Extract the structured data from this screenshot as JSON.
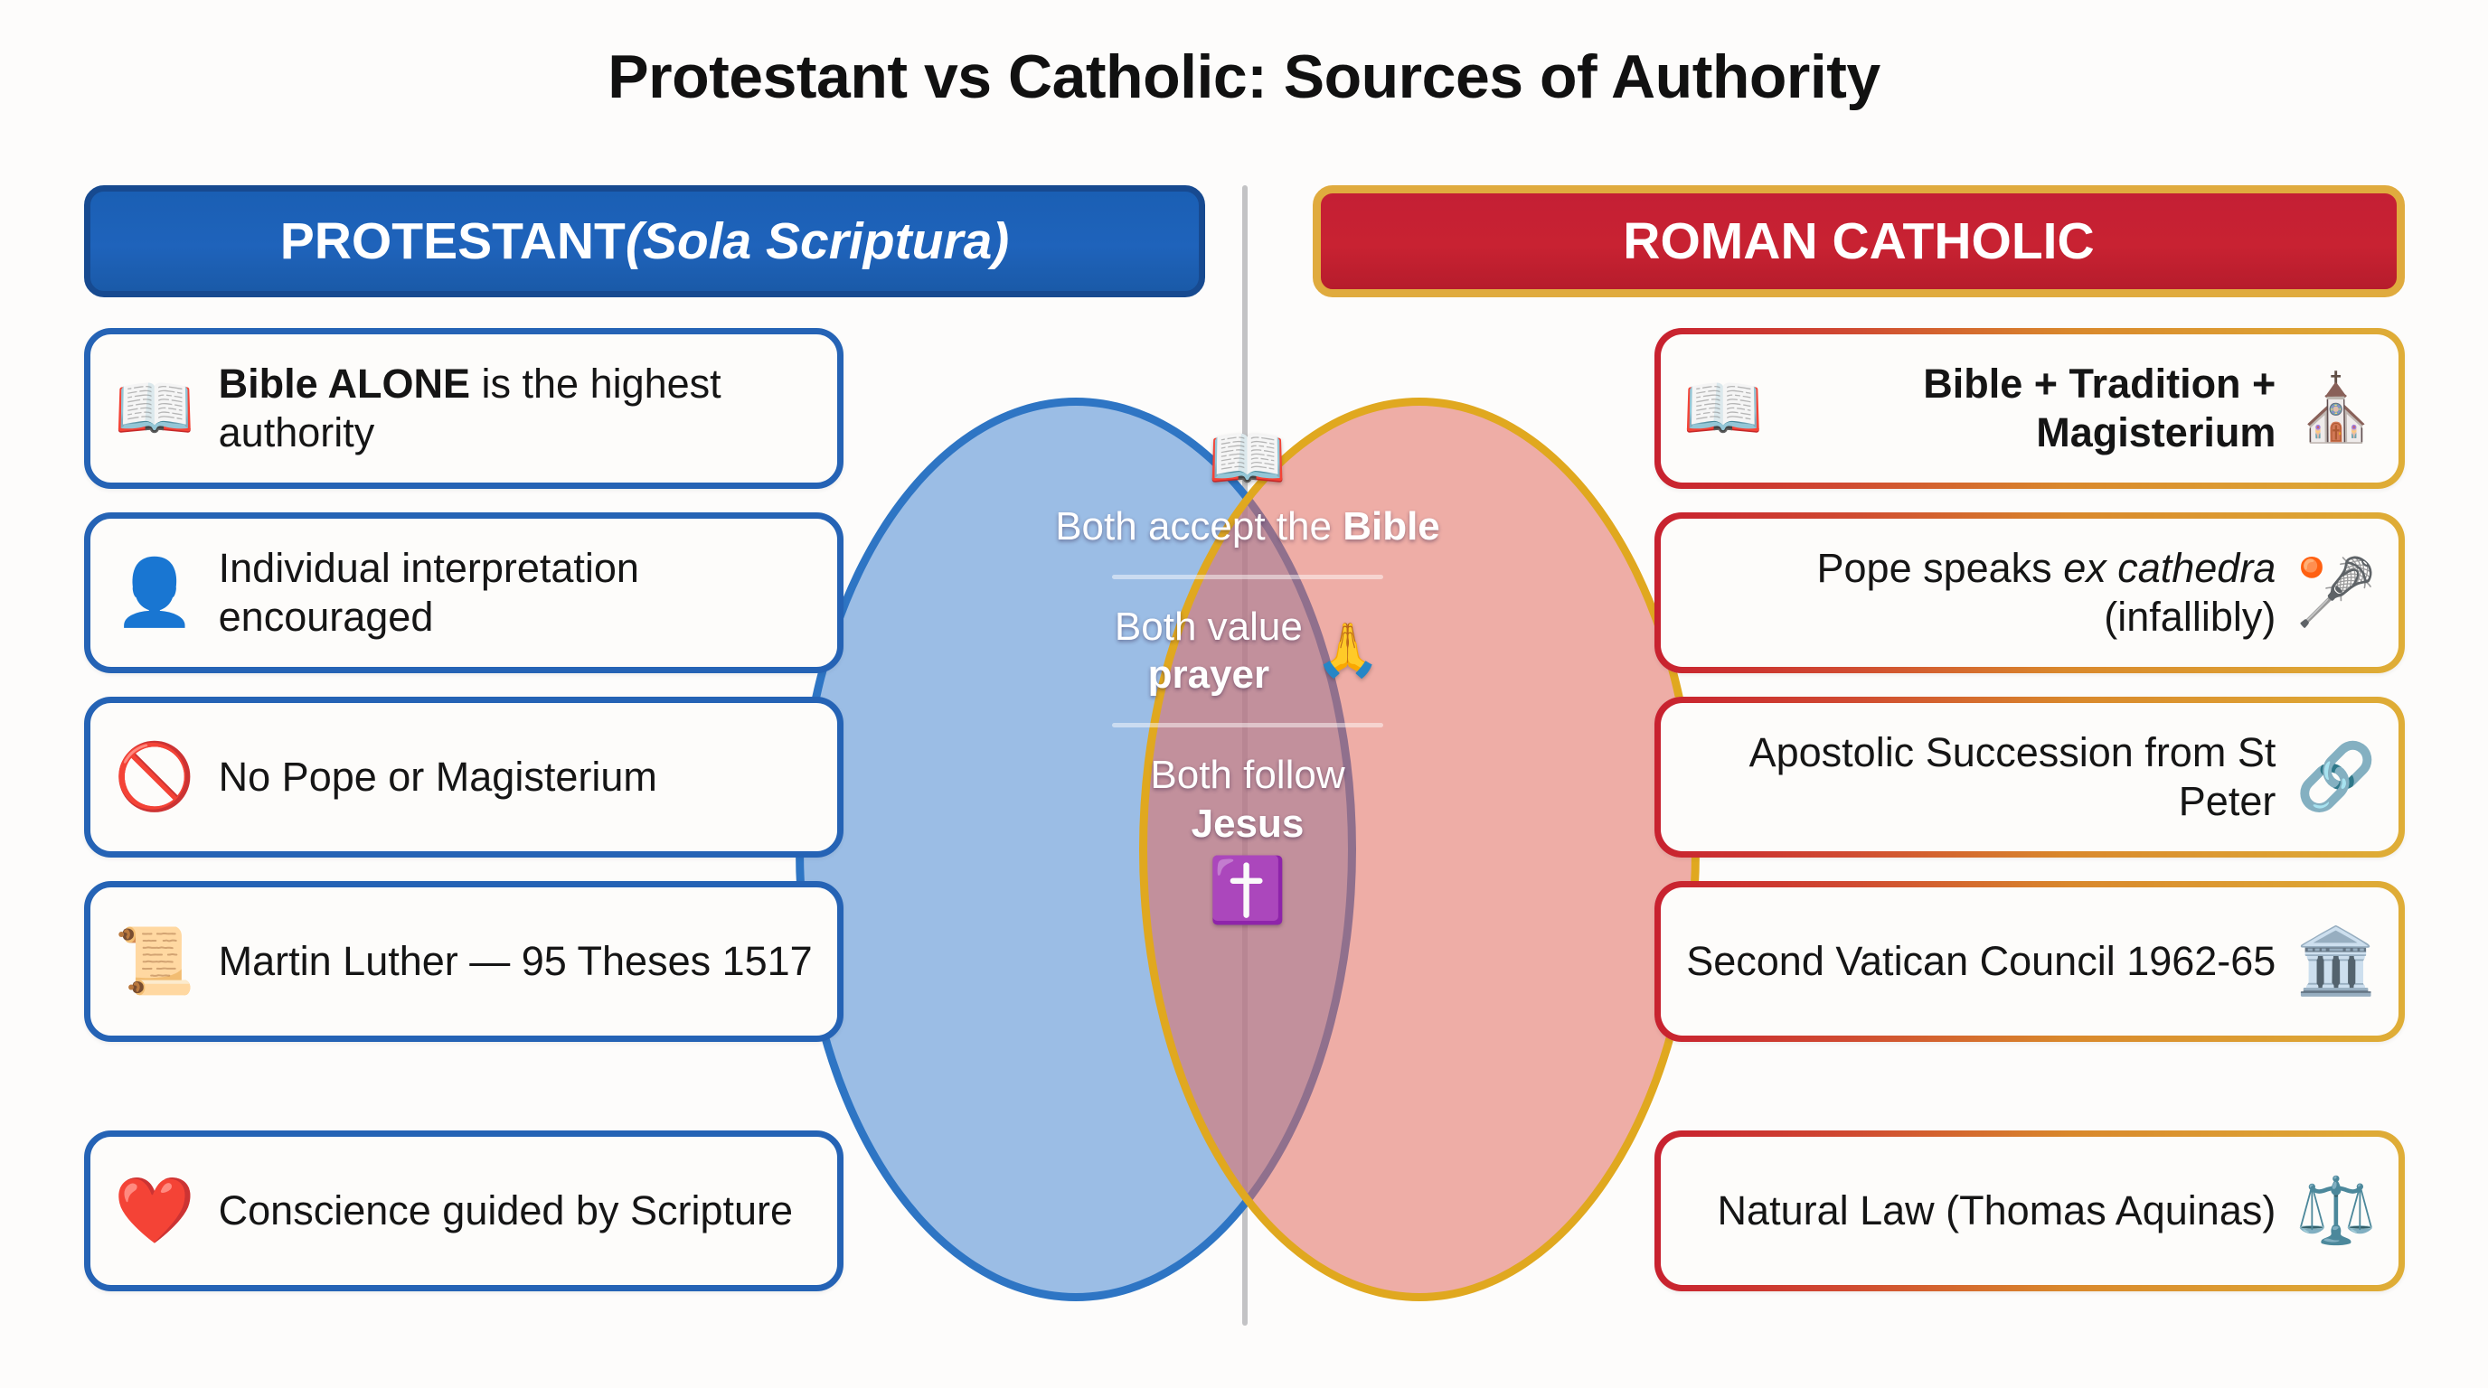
{
  "title": "Protestant vs Catholic: Sources of Authority",
  "left_column": {
    "banner": {
      "main": "PROTESTANT ",
      "italic": "(Sola Scriptura)"
    },
    "accent_color": "#2563b5",
    "cards": [
      {
        "icon": "📖",
        "icon_name": "open-book-icon",
        "bold": "Bible ALONE",
        "rest": " is the highest authority"
      },
      {
        "icon": "👤",
        "icon_name": "person-reading-question-icon",
        "bold": "",
        "rest": "Individual interpretation encouraged"
      },
      {
        "icon": "🚫",
        "icon_name": "no-pope-prohibited-icon",
        "bold": "",
        "rest": "No Pope or Magisterium"
      },
      {
        "icon": "📜",
        "icon_name": "scroll-95-theses-icon",
        "bold": "",
        "rest": "Martin Luther — 95 Theses 1517"
      },
      {
        "icon": "❤️",
        "icon_name": "glowing-heart-icon",
        "bold": "",
        "rest": "Conscience guided by Scripture"
      }
    ]
  },
  "right_column": {
    "banner": {
      "main": "ROMAN CATHOLIC",
      "italic": ""
    },
    "accent_color": "#c8202f",
    "accent_color_2": "#dfae37",
    "cards": [
      {
        "icon": "📖",
        "icon_name": "open-book-icon",
        "icon2": "⛪",
        "icon2_name": "church-icon",
        "bold": "Bible + Tradition + Magisterium",
        "rest": "",
        "italic": ""
      },
      {
        "icon": "",
        "icon_name": "",
        "icon2": "🥍",
        "icon2_name": "pope-bishop-icon",
        "bold": "",
        "pre": "Pope speaks ",
        "italic": "ex cathedra",
        "rest": " (infallibly)"
      },
      {
        "icon": "",
        "icon_name": "",
        "icon2": "🔗",
        "icon2_name": "chain-link-succession-icon",
        "bold": "",
        "pre": "Apostolic Succession from St Peter",
        "italic": "",
        "rest": ""
      },
      {
        "icon": "",
        "icon_name": "",
        "icon2": "🏛️",
        "icon2_name": "council-assembly-icon",
        "bold": "",
        "pre": "Second Vatican Council 1962-65",
        "italic": "",
        "rest": ""
      },
      {
        "icon": "",
        "icon_name": "",
        "icon2": "⚖️",
        "icon2_name": "scales-natural-law-icon",
        "bold": "",
        "pre": "Natural Law (Thomas Aquinas)",
        "italic": "",
        "rest": ""
      }
    ]
  },
  "venn": {
    "left_fill": "#6096d7",
    "left_stroke": "#2e75c4",
    "right_fill": "#e26c60",
    "right_stroke": "#e0a81f",
    "overlap_fill": "#8a6fa8",
    "items": [
      {
        "icon": "📖",
        "icon_name": "open-book-icon",
        "icon_position": "above",
        "pre": "Both accept the ",
        "bold": "Bible",
        "post": ""
      },
      {
        "icon": "🙏",
        "icon_name": "praying-hands-icon",
        "icon_position": "right",
        "pre": "Both value ",
        "bold": "prayer",
        "post": ""
      },
      {
        "icon": "✝️",
        "icon_name": "cross-and-fish-icon",
        "icon_position": "below",
        "pre": "Both follow ",
        "bold": "Jesus",
        "post": ""
      }
    ]
  }
}
